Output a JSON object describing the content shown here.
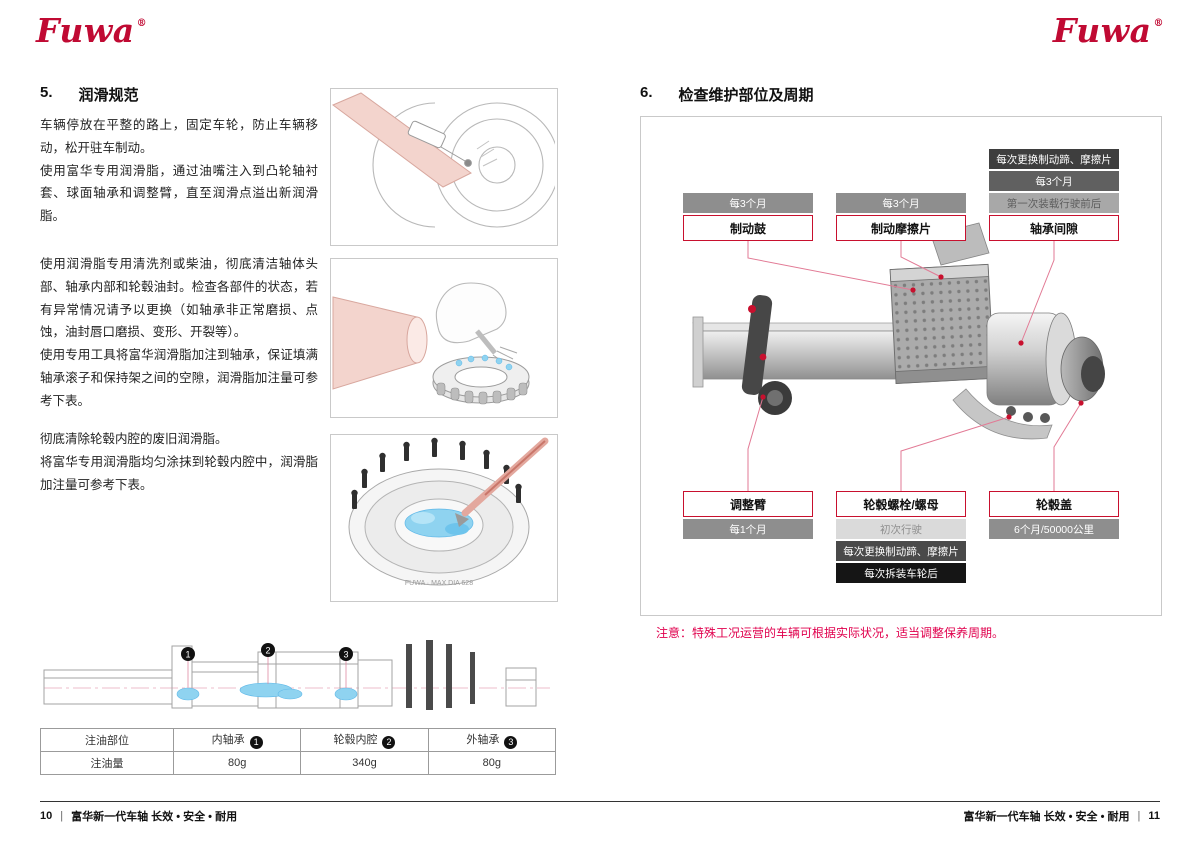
{
  "brand": {
    "name": "Fuwa",
    "registered": "®",
    "color": "#c00a33"
  },
  "left_page": {
    "section_number": "5.",
    "section_title": "润滑规范",
    "paragraphs": [
      "车辆停放在平整的路上，固定车轮，防止车辆移动，松开驻车制动。\n使用富华专用润滑脂，通过油嘴注入到凸轮轴衬套、球面轴承和调整臂，直至润滑点溢出新润滑脂。",
      "使用润滑脂专用清洗剂或柴油，彻底清洁轴体头部、轴承内部和轮毂油封。检查各部件的状态，若有异常情况请予以更换（如轴承非正常磨损、点蚀，油封唇口磨损、变形、开裂等）。\n使用专用工具将富华润滑脂加注到轴承，保证填满轴承滚子和保持架之间的空隙，润滑脂加注量可参考下表。",
      "彻底清除轮毂内腔的废旧润滑脂。\n将富华专用润滑脂均匀涂抹到轮毂内腔中，润滑脂加注量可参考下表。"
    ],
    "figures": {
      "hub_marking": "FUWA · MAX DIA 628"
    },
    "bottom_figure": {
      "markers": [
        "1",
        "2",
        "3"
      ]
    },
    "table": {
      "col0_header": "注油部位",
      "columns": [
        {
          "label": "内轴承",
          "marker": "1"
        },
        {
          "label": "轮毂内腔",
          "marker": "2"
        },
        {
          "label": "外轴承",
          "marker": "3"
        }
      ],
      "row_label": "注油量",
      "values": [
        "80g",
        "340g",
        "80g"
      ]
    },
    "footer": {
      "page": "10",
      "divider": "|",
      "text": "富华新一代车轴 长效 • 安全 • 耐用"
    }
  },
  "right_page": {
    "section_number": "6.",
    "section_title": "检查维护部位及周期",
    "callouts": {
      "brake_drum": {
        "label": "制动鼓",
        "intervals": [
          "每3个月"
        ]
      },
      "brake_pad": {
        "label": "制动摩擦片",
        "intervals": [
          "每3个月"
        ]
      },
      "bearing_clearance": {
        "label": "轴承间隙",
        "intervals": [
          "每次更换制动蹄、摩擦片",
          "每3个月",
          "第一次装载行驶前后"
        ]
      },
      "adjusting_arm": {
        "label": "调整臂",
        "intervals": [
          "每1个月"
        ]
      },
      "hub_bolts": {
        "label": "轮毂螺栓/螺母",
        "intervals": [
          "初次行驶",
          "每次更换制动蹄、摩擦片",
          "每次拆装车轮后"
        ]
      },
      "hub_cap": {
        "label": "轮毂盖",
        "intervals": [
          "6个月/50000公里"
        ]
      }
    },
    "note": "注意：特殊工况运营的车辆可根据实际状况，适当调整保养周期。",
    "footer": {
      "text": "富华新一代车轴 长效 • 安全 • 耐用",
      "divider": "|",
      "page": "11"
    }
  },
  "colors": {
    "brand_red": "#c00a33",
    "callout_border_red": "#c8102e",
    "note_red": "#e0004d",
    "interval_gray": "#8e8e8e",
    "interval_dark": "#4a4a4a",
    "interval_black": "#151515",
    "grease_blue": "#8fd3f0"
  }
}
